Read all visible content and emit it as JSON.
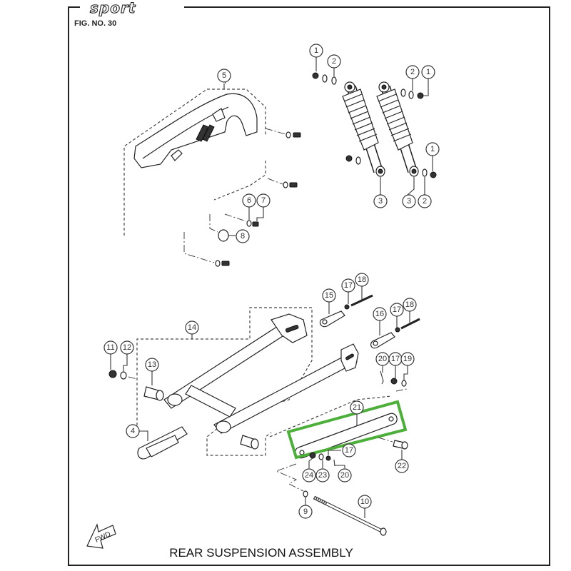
{
  "header": {
    "brand": "sport",
    "figure_number": "FIG. NO. 30"
  },
  "title": "REAR SUSPENSION ASSEMBLY",
  "direction_marker": "FWD",
  "highlight_color": "#4caf3a",
  "callouts": [
    {
      "id": "c1a",
      "label": "1"
    },
    {
      "id": "c2a",
      "label": "2"
    },
    {
      "id": "c2b",
      "label": "2"
    },
    {
      "id": "c1b",
      "label": "1"
    },
    {
      "id": "c1c",
      "label": "1"
    },
    {
      "id": "c3a",
      "label": "3"
    },
    {
      "id": "c3b",
      "label": "3"
    },
    {
      "id": "c2c",
      "label": "2"
    },
    {
      "id": "c5",
      "label": "5"
    },
    {
      "id": "c6",
      "label": "6"
    },
    {
      "id": "c7",
      "label": "7"
    },
    {
      "id": "c8",
      "label": "8"
    },
    {
      "id": "c15",
      "label": "15"
    },
    {
      "id": "c17a",
      "label": "17"
    },
    {
      "id": "c18a",
      "label": "18"
    },
    {
      "id": "c16",
      "label": "16"
    },
    {
      "id": "c17b",
      "label": "17"
    },
    {
      "id": "c18b",
      "label": "18"
    },
    {
      "id": "c14",
      "label": "14"
    },
    {
      "id": "c11",
      "label": "11"
    },
    {
      "id": "c12",
      "label": "12"
    },
    {
      "id": "c13",
      "label": "13"
    },
    {
      "id": "c20a",
      "label": "20"
    },
    {
      "id": "c17c",
      "label": "17"
    },
    {
      "id": "c19",
      "label": "19"
    },
    {
      "id": "c21",
      "label": "21"
    },
    {
      "id": "c4",
      "label": "4"
    },
    {
      "id": "c17d",
      "label": "17"
    },
    {
      "id": "c22",
      "label": "22"
    },
    {
      "id": "c24",
      "label": "24"
    },
    {
      "id": "c23",
      "label": "23"
    },
    {
      "id": "c20b",
      "label": "20"
    },
    {
      "id": "c9",
      "label": "9"
    },
    {
      "id": "c10",
      "label": "10"
    }
  ]
}
